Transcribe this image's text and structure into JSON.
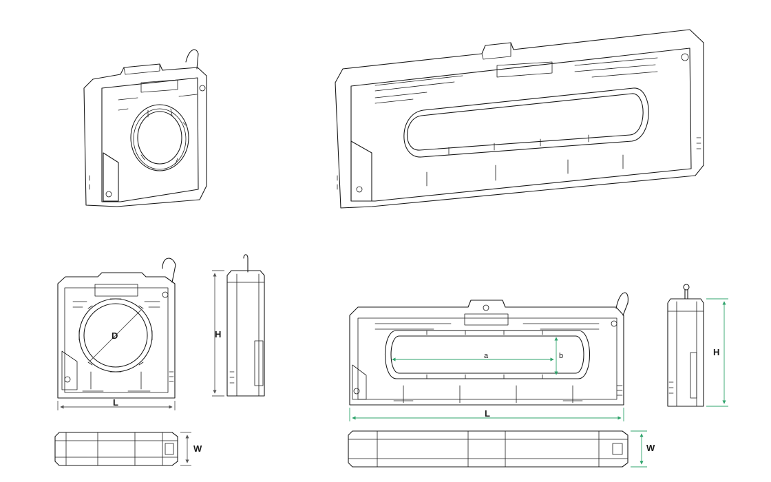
{
  "small_ct": {
    "dims": {
      "diameter": "D",
      "length": "L",
      "height": "H",
      "width": "W"
    }
  },
  "large_ct": {
    "dims": {
      "window_a": "a",
      "window_b": "b",
      "length": "L",
      "height": "H",
      "width": "W"
    }
  },
  "colors": {
    "line": "#1a1a1a",
    "dimension_small": "#555555",
    "dimension_large": "#2ea36b"
  }
}
